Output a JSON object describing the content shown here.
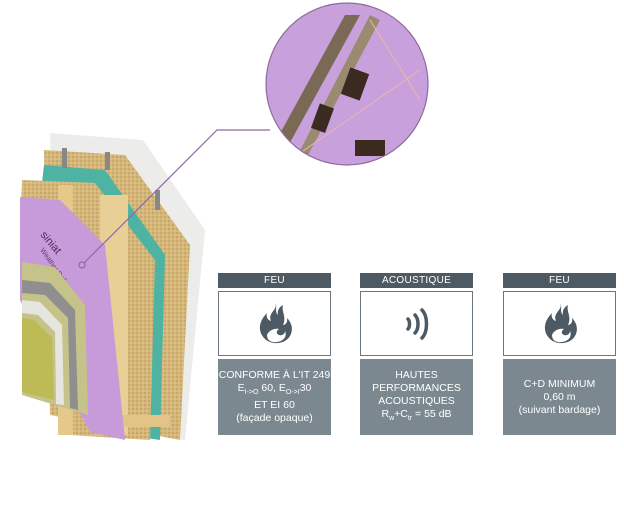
{
  "brand_on_board": "siniat",
  "board_product": "Weather Defence",
  "cards": [
    {
      "header": "FEU",
      "icon": "flame-icon",
      "lines": [
        "CONFORME À L'IT 249",
        "E",
        "I->O",
        " 60, E",
        "O->I",
        "30",
        "ET EI 60",
        "(façade opaque)"
      ]
    },
    {
      "header": "ACOUSTIQUE",
      "icon": "sound-waves-icon",
      "lines": [
        "HAUTES",
        "PERFORMANCES",
        "ACOUSTIQUES",
        "R",
        "w",
        "+C",
        "tr",
        " = 55 dB"
      ]
    },
    {
      "header": "FEU",
      "icon": "flame-icon",
      "lines": [
        "C+D MINIMUM",
        "0,60 m",
        "(suivant bardage)"
      ]
    }
  ],
  "colors": {
    "header": "#4d5a63",
    "body": "#7c8890",
    "icon": "#4d5a63",
    "callout": "#8e6a9e",
    "board": "#c79ad9"
  }
}
